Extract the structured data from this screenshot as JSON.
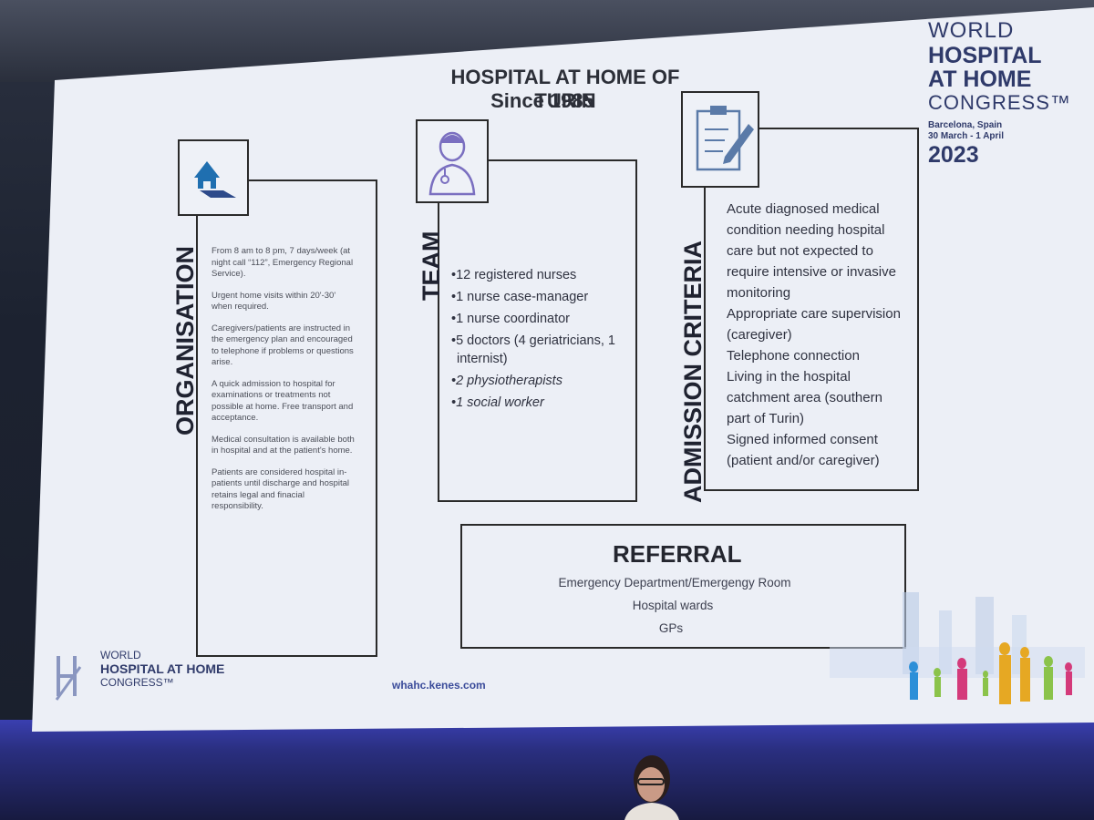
{
  "slide": {
    "title": "HOSPITAL AT HOME OF TURIN",
    "subtitle": "Since 1985"
  },
  "congress_logo": {
    "line1": "WORLD",
    "line2a": "HOSPITAL",
    "line2b": "AT HOME",
    "line3": "CONGRESS™",
    "location": "Barcelona, Spain",
    "dates": "30 March - 1 April",
    "year": "2023"
  },
  "organisation": {
    "label": "ORGANISATION",
    "icon": "home-hand-icon",
    "paragraphs": [
      "From 8 am to 8 pm, 7 days/week (at night call “112”, Emergency Regional Service).",
      "Urgent home visits within 20'-30' when required.",
      "Caregivers/patients are instructed in the emergency plan and encouraged to telephone if problems or questions arise.",
      "A quick admission to hospital for examinations or treatments not possible at home. Free transport and acceptance.",
      "Medical consultation is available both in hospital and at the patient's home.",
      "Patients are considered hospital in-patients until discharge and hospital retains legal and finacial responsibility."
    ]
  },
  "team": {
    "label": "TEAM",
    "icon": "doctor-icon",
    "items": [
      "•12 registered nurses",
      "•1 nurse case-manager",
      "•1 nurse coordinator",
      "•5 doctors (4 geriatricians, 1",
      "internist)",
      "•2 physiotherapists",
      "•1 social worker"
    ]
  },
  "admission": {
    "label": "ADMISSION CRITERIA",
    "icon": "clipboard-icon",
    "items": [
      "Acute diagnosed medical condition needing hospital care but not expected to require intensive or invasive monitoring",
      "Appropriate care supervision (caregiver)",
      "Telephone connection",
      "Living in the hospital catchment area (southern part of Turin)",
      "Signed informed consent (patient and/or caregiver)"
    ]
  },
  "referral": {
    "title": "REFERRAL",
    "lines": [
      "Emergency Department/Emergengy Room",
      "Hospital wards",
      "GPs"
    ]
  },
  "footer": {
    "logo_line1": "WORLD",
    "logo_line2": "HOSPITAL AT HOME",
    "logo_line3": "CONGRESS™",
    "url": "whahc.kenes.com"
  },
  "colors": {
    "slide_bg": "#eceff6",
    "brand": "#2f3a6a",
    "icon_blue": "#1f6fb0"
  }
}
